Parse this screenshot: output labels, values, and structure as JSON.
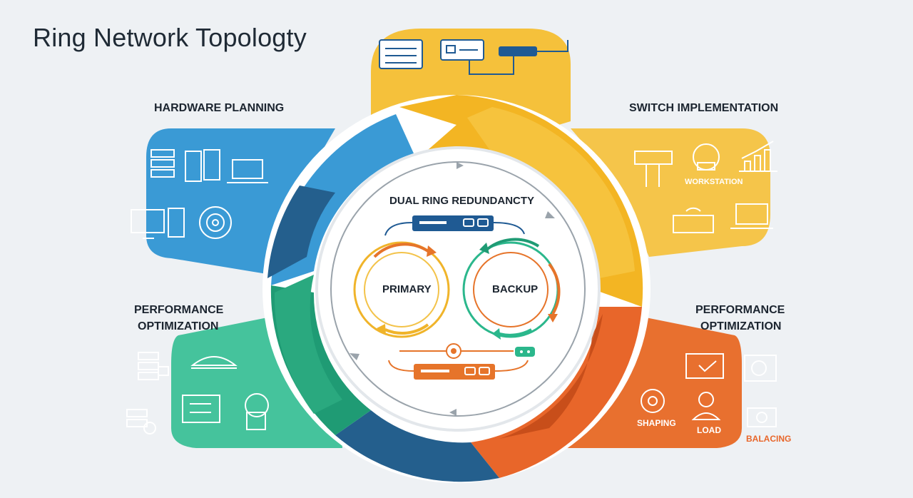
{
  "title": "Ring Network Topologty",
  "sections": {
    "hardware_planning": "HARDWARE PLANNING",
    "switch_implementation": "SWITCH IMPLEMENTATION",
    "performance_left_1": "PERFORMANCE",
    "performance_left_2": "OPTIMIZATION",
    "performance_right_1": "PERFORMANCE",
    "performance_right_2": "OPTIMIZATION"
  },
  "center": {
    "title": "DUAL RING REDUNDANCTY",
    "primary": "PRIMARY",
    "backup": "BACKUP"
  },
  "icon_labels": {
    "workstation": "WORKSTATION",
    "shaping": "SHAPING",
    "load": "LOAD",
    "balancing": "BALACING"
  },
  "colors": {
    "blue": "#3a9ad5",
    "dark_blue": "#245f8d",
    "yellow": "#f5c13b",
    "gold": "#f0ad1f",
    "orange": "#e8662a",
    "dark_orange": "#c24a17",
    "green": "#3dbf97",
    "teal": "#1f9b74"
  }
}
